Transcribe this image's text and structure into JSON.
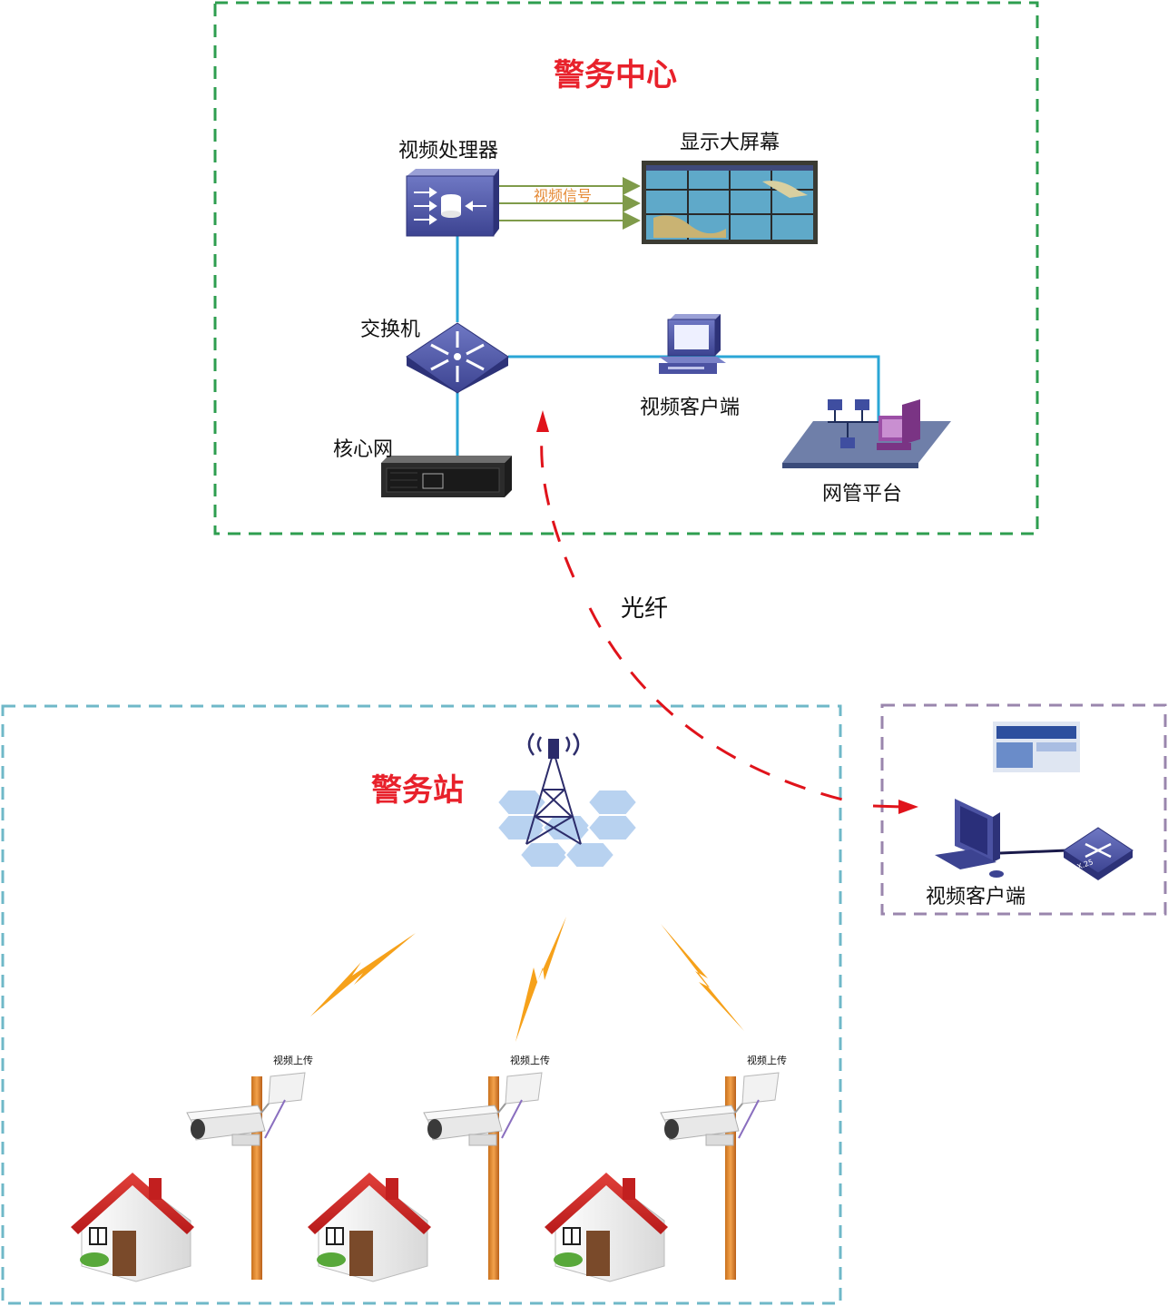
{
  "colors": {
    "center_border": "#2e9e4f",
    "station_border": "#6fb8c8",
    "client_border": "#9a86ad",
    "title_red": "#e8212b",
    "fiber_red": "#e0131b",
    "link_blue": "#2aa6d6",
    "signal_green": "#7f9b4a",
    "signal_text": "#e58a35",
    "lightning": "#f6a11a"
  },
  "center": {
    "title": "警务中心",
    "video_processor": "视频处理器",
    "display_screen": "显示大屏幕",
    "video_signal": "视频信号",
    "switch": "交换机",
    "video_client": "视频客户端",
    "core_network": "核心网",
    "nms_platform": "网管平台"
  },
  "fiber_label": "光纤",
  "station": {
    "title": "警务站",
    "upload_label_1": "视频上传",
    "upload_label_2": "视频上传",
    "upload_label_3": "视频上传"
  },
  "remote_client": {
    "label": "视频客户端",
    "router_text": "X.25"
  },
  "icons": [
    "video-processor-icon",
    "display-wall-icon",
    "switch-icon",
    "desktop-computer-icon",
    "server-icon",
    "network-platform-icon",
    "radio-tower-icon",
    "router-icon",
    "surveillance-camera-icon",
    "wireless-antenna-icon",
    "house-icon",
    "lightning-icon"
  ]
}
